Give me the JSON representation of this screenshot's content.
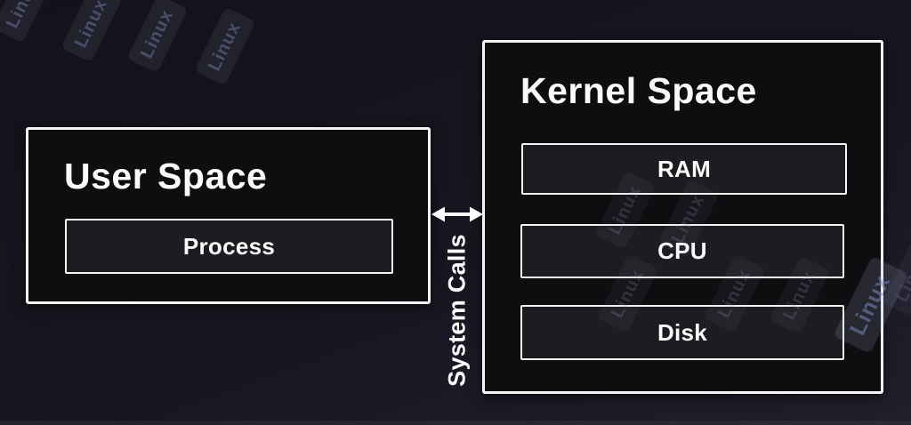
{
  "user_space": {
    "title": "User Space",
    "boxes": [
      {
        "label": "Process"
      }
    ]
  },
  "kernel_space": {
    "title": "Kernel Space",
    "boxes": [
      {
        "label": "RAM"
      },
      {
        "label": "CPU"
      },
      {
        "label": "Disk"
      }
    ]
  },
  "connector": {
    "label": "System Calls",
    "type": "double-arrow"
  },
  "watermark": {
    "text": "Linux"
  },
  "colors": {
    "background_top": "#131119",
    "background_bottom": "#201e2a",
    "panel_fill": "#0e0d10",
    "inner_fill": "#1d1c20",
    "border": "#f4f4f4",
    "text": "#fbfbfc",
    "watermark_fill": "rgba(165,172,205,0.10)",
    "watermark_text": "rgba(130,148,200,0.40)"
  }
}
